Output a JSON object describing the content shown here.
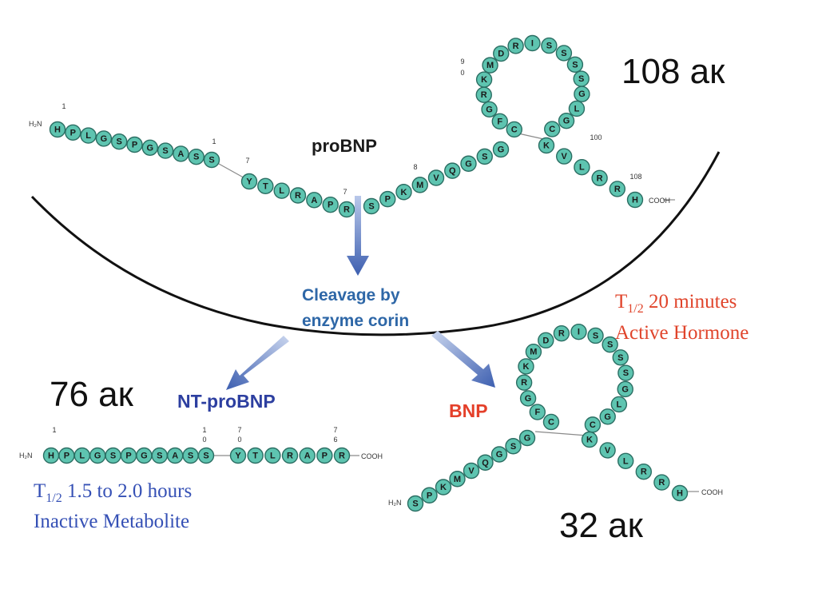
{
  "labels": {
    "probnp_title": "proBNP",
    "probnp_count": "108 ак",
    "cleavage_line1": "Cleavage by",
    "cleavage_line2": "enzyme corin",
    "nt_count": "76 ак",
    "nt_title": "NT-proBNP",
    "nt_halflife_prefix": "T",
    "nt_halflife_sub": "1/2",
    "nt_halflife_rest": " 1.5 to 2.0 hours",
    "nt_status": "Inactive Metabolite",
    "bnp_title": "BNP",
    "bnp_halflife_prefix": "T",
    "bnp_halflife_sub": "1/2",
    "bnp_halflife_rest": " 20 minutes",
    "bnp_status": "Active Hormone",
    "bnp_count": "32 ак"
  },
  "terminals": {
    "n_term": "H₂N",
    "c_term": "COOH"
  },
  "probnp": {
    "tail": [
      "H",
      "P",
      "L",
      "G",
      "S",
      "P",
      "G",
      "S",
      "A",
      "S",
      "S",
      "Y",
      "T",
      "L",
      "R",
      "A",
      "P",
      "R",
      "S",
      "P",
      "K",
      "M",
      "V",
      "Q",
      "G",
      "S",
      "G"
    ],
    "loop": [
      "C",
      "F",
      "G",
      "R",
      "K",
      "M",
      "D",
      "R",
      "I",
      "S",
      "S",
      "S",
      "S",
      "G",
      "L",
      "G",
      "C"
    ],
    "c_tail": [
      "K",
      "V",
      "L",
      "R",
      "R",
      "H"
    ],
    "ticks": [
      "1",
      "7",
      "7",
      "8",
      "9\n0",
      "100",
      "108"
    ]
  },
  "nt_probnp": {
    "sequence": [
      "H",
      "P",
      "L",
      "G",
      "S",
      "P",
      "G",
      "S",
      "A",
      "S",
      "S",
      "Y",
      "T",
      "L",
      "R",
      "A",
      "P",
      "R"
    ],
    "ticks": [
      "1",
      "1\n0",
      "7\n0",
      "7\n6"
    ]
  },
  "bnp": {
    "tail": [
      "S",
      "P",
      "K",
      "M",
      "V",
      "Q",
      "G",
      "S",
      "G"
    ],
    "loop": [
      "C",
      "F",
      "G",
      "R",
      "K",
      "M",
      "D",
      "R",
      "I",
      "S",
      "S",
      "S",
      "S",
      "G",
      "L",
      "G",
      "C"
    ],
    "c_tail": [
      "K",
      "V",
      "L",
      "R",
      "R",
      "H"
    ]
  },
  "colors": {
    "bead_fill": "#5ec4b0",
    "bead_stroke": "#2b6e63",
    "cleavage_text": "#2e67a7",
    "nt_title": "#2d3fa0",
    "bnp_title": "#e4402a",
    "arrow": "#3d5fb0"
  }
}
